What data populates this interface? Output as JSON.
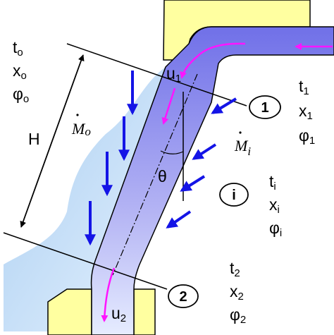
{
  "colors": {
    "wall": "#ffffa0",
    "wall_outline": "#000000",
    "channel": "#8c8cf0",
    "film": "#c8e0ff",
    "arrow_blue": "#1414e6",
    "arrow_magenta": "#ff14ff"
  },
  "labels": {
    "top_left": {
      "t": "t",
      "t_sub": "o",
      "x": "x",
      "x_sub": "o",
      "phi": "φ",
      "phi_sub": "o"
    },
    "station1": {
      "t": "t",
      "t_sub": "1",
      "x": "x",
      "x_sub": "1",
      "phi": "φ",
      "phi_sub": "1"
    },
    "inner": {
      "t": "t",
      "t_sub": "i",
      "x": "x",
      "x_sub": "i",
      "phi": "φ",
      "phi_sub": "i"
    },
    "station2": {
      "t": "t",
      "t_sub": "2",
      "x": "x",
      "x_sub": "2",
      "phi": "φ",
      "phi_sub": "2"
    },
    "height": "H",
    "angle": "θ",
    "m_o": {
      "sym": "M",
      "sub": "o"
    },
    "m_i": {
      "sym": "M",
      "sub": "i"
    },
    "u1": {
      "u": "u",
      "sub": "1"
    },
    "u2": {
      "u": "u",
      "sub": "2"
    },
    "circle1": "1",
    "circle2": "2",
    "circle_i": "i"
  }
}
